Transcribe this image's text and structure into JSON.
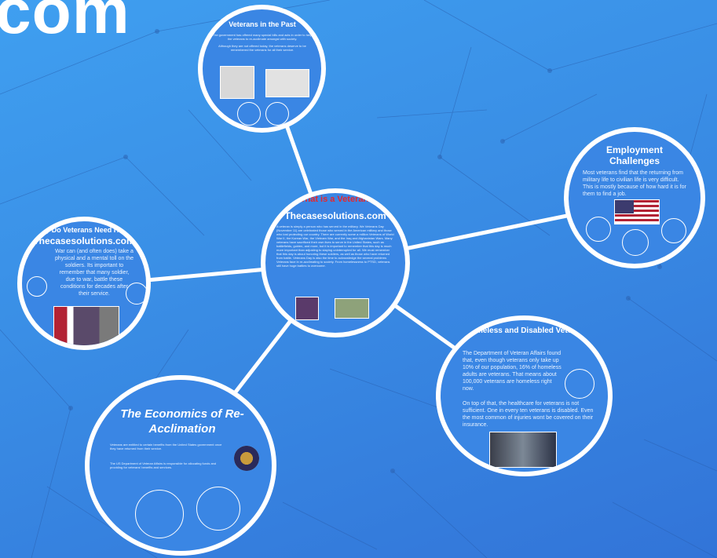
{
  "brand_text": "com",
  "center": {
    "title": "What is a Veteran?",
    "subtitle": "Thecasesolutions.com",
    "body": "A veteran is simply a person who has served in the military. We Veterans Day (November 11) are celebrated those who served in the American military and those who lost protecting our country. There are currently some a million Veterans of World War II, the Korean War, the Vietnam War, and the Iraq and Afghanistan Wars. Many veterans have sacrificed their own lives to serve in the United States, such as battlefields, golden, and more, but it is important to remember that this day is much more important than adjusting to staying uninterrupted for all. We must remember that this day is about honoring these soldiers, as well as those who have returned from battle. Veterans Day is also the time to acknowledge the several problems Veterans face in re-acclimating to society. From homelessness to PTSD, veterans still have huge battles to overcome."
  },
  "past": {
    "title": "Veterans in the Past",
    "body1": "The government has offered many special bills and acts in order to help the veterans to re-acclimate amongst with society.",
    "body2": "Although they are not offered today, the veterans deserve to be remembered the veterans for all their service."
  },
  "help": {
    "title": "Why Do Veterans Need Help?",
    "subtitle": "Thecasesolutions.com",
    "body": "War can (and often does) take a physical and a mental toll on the soldiers. Its important to remember that many soldier, due to war, battle these conditions for decades after their service."
  },
  "employment": {
    "title": "Employment Challenges",
    "body": "Most veterans find that the returning from military life to civilian life is very difficult. This is mostly because of how hard it is for them to find a job."
  },
  "homeless": {
    "title": "Homeless and Disabled Veterans",
    "body1": "The Department of Veteran Affairs found that, even though veterans only take up 10% of our population, 16% of homeless adults are veterans. That means about 100,000 veterans are homeless right now.",
    "body2": "On top of that, the healthcare for veterans is not sufficient. One in every ten veterans is disabled. Even the most common of injuries wont be covered on their insurance."
  },
  "economics": {
    "title": "The Economics of Re-Acclimation",
    "body1": "Veterans are entitled to certain benefits from the United States government once they have returned from their service.",
    "body2": "The US Department of Veteran Affairs is responsible for allocating funds and providing for veterans' benefits and services."
  },
  "colors": {
    "background": "#3a8fe6",
    "title_red": "#e8262c",
    "ring": "#ffffff"
  }
}
